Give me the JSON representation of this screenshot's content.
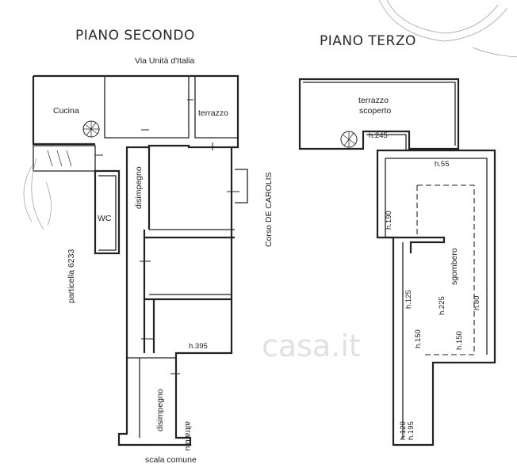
{
  "floors": {
    "second": {
      "title": "PIANO SECONDO",
      "street_top": "Via Unità d'Italia",
      "street_right": "Corso DE CAROLIS",
      "parcel_left": "particella 6233",
      "bottom_note": "scala comune",
      "other_unit": "altra uiu",
      "rooms": {
        "kitchen": "Cucina",
        "terrace": "terrazzo",
        "hall_upper": "disimpegno",
        "hall_lower": "disimpegno",
        "wc": "WC"
      },
      "heights": {
        "h395": "h.395"
      }
    },
    "third": {
      "title": "PIANO TERZO",
      "rooms": {
        "terrace_open_line1": "terrazzo",
        "terrace_open_line2": "scoperto",
        "storage": "sgombero"
      },
      "heights": {
        "h245": "h.245",
        "h55": "h.55",
        "h190": "h.190",
        "h125": "h.125",
        "h225": "h.225",
        "h80": "h.80",
        "h150a": "h.150",
        "h150b": "h.150",
        "h120": "h.120",
        "h195": "h.195"
      }
    }
  },
  "watermark": "casa.it"
}
